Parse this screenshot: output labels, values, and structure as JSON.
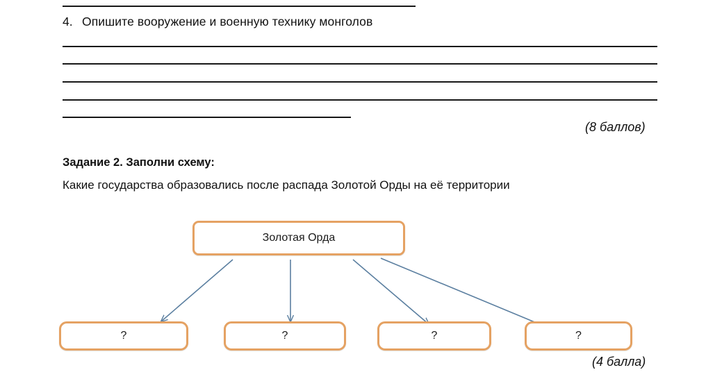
{
  "worksheet": {
    "question4": {
      "number": "4.",
      "text": "Опишите вооружение и военную технику монголов",
      "points": "(8 баллов)",
      "answer_lines": 5
    },
    "task2": {
      "lead": "Задание 2.",
      "strong": "Заполни схему:",
      "prompt": "Какие государства образовались после распада Золотой Орды на её территории",
      "points": "(4 балла)"
    }
  },
  "diagram": {
    "root": {
      "label": "Золотая Орда"
    },
    "children": [
      {
        "label": "?"
      },
      {
        "label": "?"
      },
      {
        "label": "?"
      },
      {
        "label": "?"
      }
    ],
    "colors": {
      "node_border": "#e5a263",
      "node_fill": "#ffffff",
      "arrow": "#5b7fa0"
    }
  }
}
